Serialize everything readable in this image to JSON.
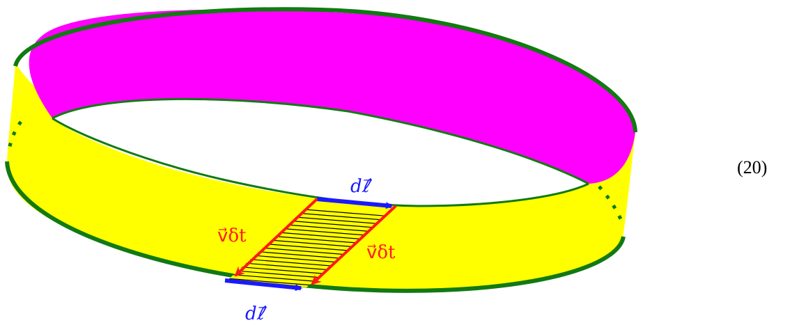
{
  "diagram": {
    "equation_number": "(20)",
    "top_vector_label": "dℓ⃗",
    "bottom_vector_label": "dℓ⃗",
    "left_velocity_label": "v⃗δt",
    "right_velocity_label": "v⃗δt",
    "colors": {
      "band_outer": "#ffff00",
      "band_inner": "#ff00ff",
      "rim": "#117a11",
      "line_element": "#1a1aff",
      "velocity_arrow": "#ff1a1a",
      "hatching": "#000000"
    }
  }
}
